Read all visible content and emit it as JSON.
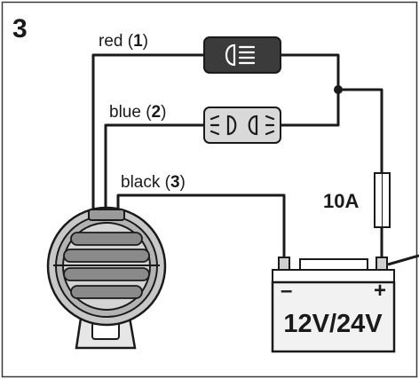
{
  "step_number": "3",
  "wires": {
    "red": {
      "name": "red",
      "number": "1"
    },
    "blue": {
      "name": "blue",
      "number": "2"
    },
    "black": {
      "name": "black",
      "number": "3"
    }
  },
  "fuse": {
    "rating": "10A"
  },
  "battery": {
    "voltage": "12V/24V",
    "negative": "–",
    "positive": "+"
  },
  "icons": {
    "high_beam": "high-beam-headlight-icon",
    "parking_light": "parking-position-light-icon"
  },
  "colors": {
    "line": "#1a1a1a",
    "dark_switch": "#3b3b3b",
    "light_switch": "#d9d9d9",
    "battery_fill": "#f2f2f2"
  }
}
